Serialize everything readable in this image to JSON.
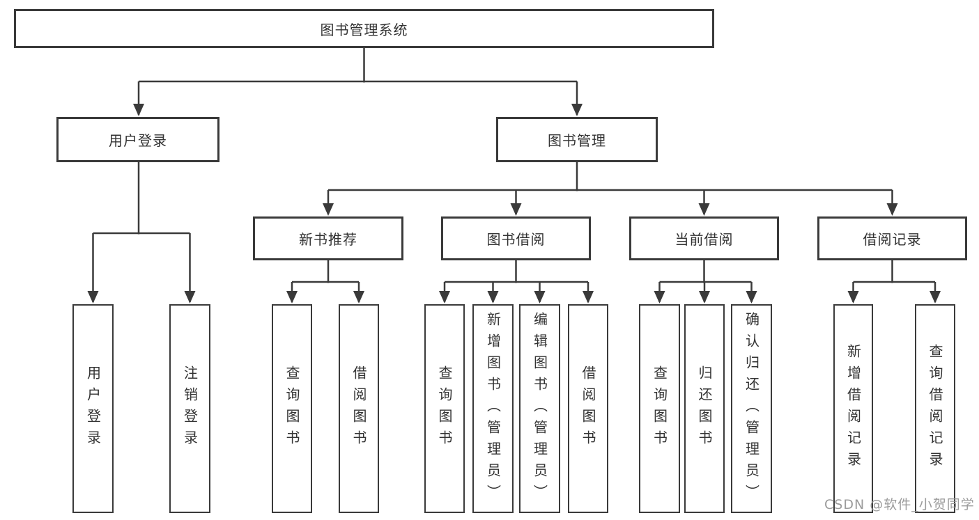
{
  "diagram": {
    "root": {
      "label": "图书管理系统"
    },
    "level2": [
      {
        "label": "用户登录"
      },
      {
        "label": "图书管理"
      }
    ],
    "level3": [
      {
        "label": "新书推荐"
      },
      {
        "label": "图书借阅"
      },
      {
        "label": "当前借阅"
      },
      {
        "label": "借阅记录"
      }
    ],
    "leaves": {
      "user_login": [
        "用户登录",
        "注销登录"
      ],
      "new_book": [
        "查询图书",
        "借阅图书"
      ],
      "book_borrow": [
        "查询图书",
        "新增图书（管理员）",
        "编辑图书（管理员）",
        "借阅图书"
      ],
      "current_borrow": [
        "查询图书",
        "归还图书",
        "确认归还（管理员）"
      ],
      "borrow_record": [
        "新增借阅记录",
        "查询借阅记录"
      ]
    },
    "watermark": "CSDN @软件_小贺同学",
    "colors": {
      "line": "#3a3a3a",
      "text": "#333333",
      "watermark": "#969696",
      "background": "#ffffff"
    }
  }
}
